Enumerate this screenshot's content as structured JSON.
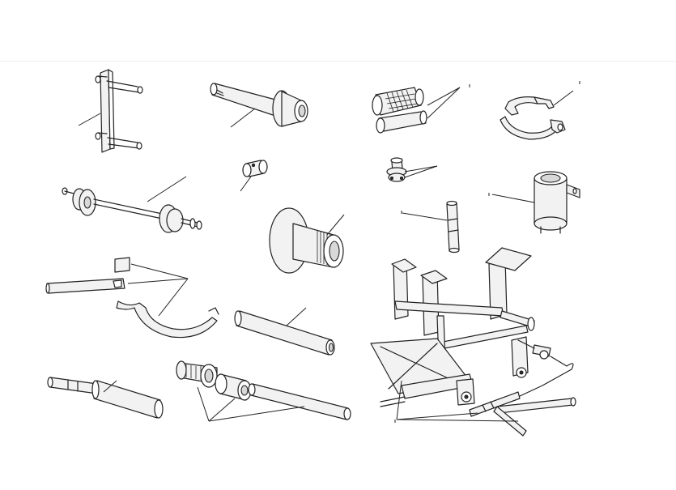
{
  "figure": {
    "background": "#ffffff",
    "line_color": "#222222",
    "items": [
      {
        "name": "locking-pin-plate"
      },
      {
        "name": "drift-with-flange"
      },
      {
        "name": "split-knurled-sleeve"
      },
      {
        "name": "ring-spanner"
      },
      {
        "name": "small-pin-collar"
      },
      {
        "name": "stepped-plug"
      },
      {
        "name": "bearing-puller-shaft"
      },
      {
        "name": "threaded-bush-tool"
      },
      {
        "name": "rod-with-notches"
      },
      {
        "name": "socket-with-lug"
      },
      {
        "name": "flat-bar-and-hook-wrench"
      },
      {
        "name": "cylindrical-rod"
      },
      {
        "name": "engine-stand-jack"
      },
      {
        "name": "stepped-pin-driver"
      },
      {
        "name": "knurled-drift-set"
      },
      {
        "name": "jack-handle-and-l-key"
      }
    ]
  }
}
